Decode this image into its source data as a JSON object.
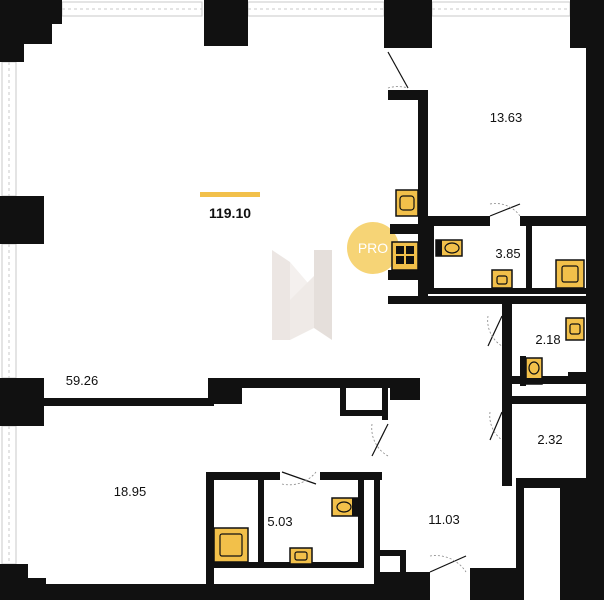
{
  "plan": {
    "total_area": "119.10",
    "accent_color": "#f2c04a",
    "watermark": {
      "badge_text": "PRO",
      "badge_color": "#f5cd5e",
      "logo": "H-logo"
    },
    "rooms": [
      {
        "id": "living",
        "area": "59.26"
      },
      {
        "id": "bedroom",
        "area": "13.63"
      },
      {
        "id": "bath-main",
        "area": "3.85"
      },
      {
        "id": "wc-small",
        "area": "2.18"
      },
      {
        "id": "storage",
        "area": "2.32"
      },
      {
        "id": "bedroom-2",
        "area": "18.95"
      },
      {
        "id": "bath-2",
        "area": "5.03"
      },
      {
        "id": "hall",
        "area": "11.03"
      }
    ]
  }
}
